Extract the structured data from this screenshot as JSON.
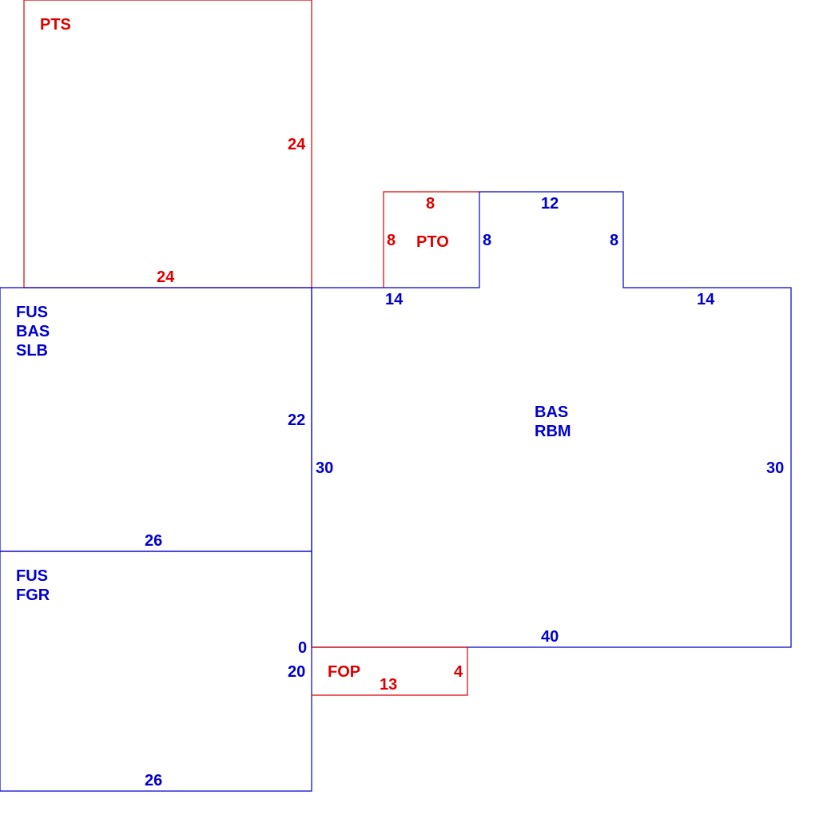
{
  "colors": {
    "primary": "#0000cc",
    "accent": "#dd0000"
  },
  "areas": {
    "pts": {
      "codes": [
        "PTS"
      ],
      "width": "24",
      "height": "24"
    },
    "pto": {
      "codes": [
        "PTO"
      ],
      "top": "8",
      "left": "8"
    },
    "main": {
      "codes": [
        "BAS",
        "RBM"
      ],
      "top_right_width": "12",
      "top_right_left_side": "8",
      "top_right_right_side": "8",
      "bottom_left_top": "14",
      "right_top": "14",
      "left": "30",
      "right": "30",
      "bottom": "40"
    },
    "fus_bas": {
      "codes": [
        "FUS",
        "BAS",
        "SLB"
      ],
      "right": "22",
      "bottom": "26"
    },
    "fus_fgr": {
      "codes": [
        "FUS",
        "FGR"
      ],
      "zero": "0",
      "right": "20",
      "bottom": "26"
    },
    "fop": {
      "codes": [
        "FOP"
      ],
      "bottom": "13",
      "right": "4"
    }
  }
}
